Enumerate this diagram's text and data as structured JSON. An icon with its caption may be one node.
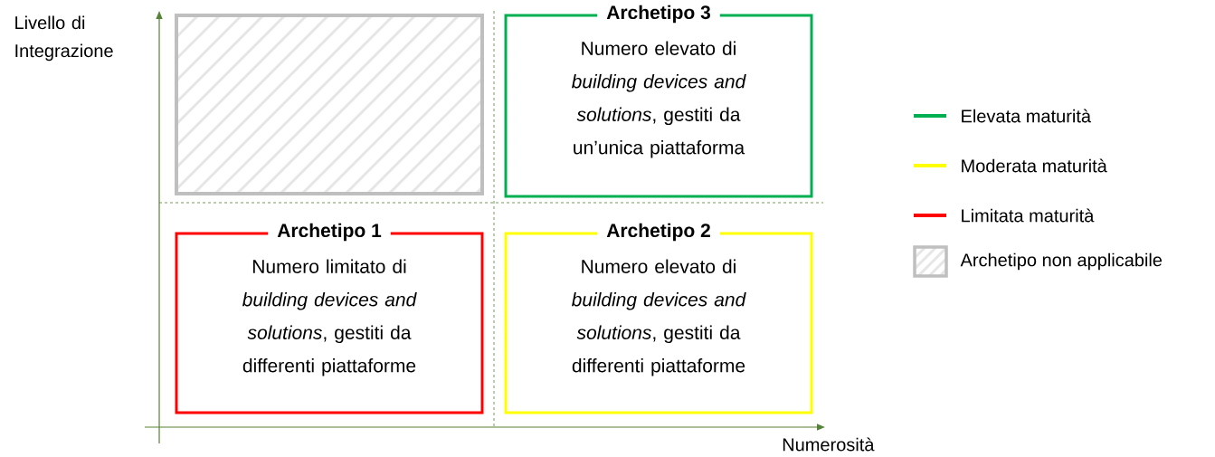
{
  "diagram": {
    "nodes": [
      {
        "text": [],
        "shape": "box"
      },
      {
        "text": [
          "Archetipo 3",
          "Numero elevato di *building devices and solutions*, gestiti da un’unica piattaforma"
        ]
      },
      {
        "text": [
          "Archetipo 1",
          "Numero limitato di *building devices and solutions*, gestiti da differenti piattaforme"
        ]
      },
      {
        "text": [
          "Archetipo 2",
          "Numero elevato di *building devices and solutions*, gestiti da differenti piattaforme"
        ]
      }
    ],
    "labels": [
      "Livello di Integrazione",
      "Numerosità"
    ],
    "legend": [
      {
        "text": "Elevata maturità"
      },
      {
        "text": "Moderata maturità"
      },
      {
        "text": "Limitata maturità"
      },
      {
        "text": "Archetipo non applicabile"
      }
    ]
  }
}
